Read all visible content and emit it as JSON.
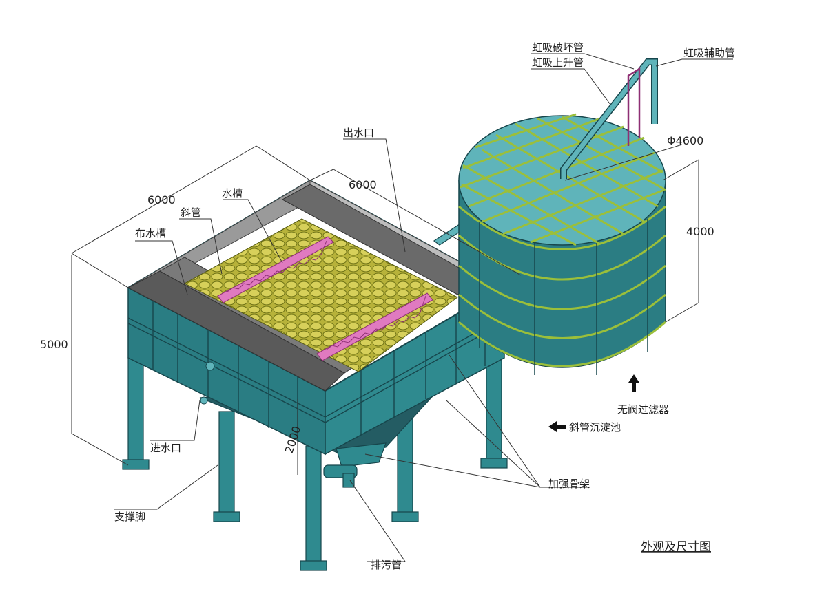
{
  "labels": {
    "outlet": "出水口",
    "water_trough": "水槽",
    "inclined_tube": "斜管",
    "distribution_trough": "布水槽",
    "inlet": "进水口",
    "support_legs": "支撑脚",
    "sludge_pipe": "排污管",
    "reinforcing_frame": "加强骨架",
    "siphon_break": "虹吸破坏管",
    "siphon_riser": "虹吸上升管",
    "siphon_aux": "虹吸辅助管",
    "valveless_filter": "无阀过滤器",
    "settling_tank": "斜管沉淀池",
    "caption": "外观及尺寸图"
  },
  "dimensions": {
    "length": "6000",
    "width": "6000",
    "height": "5000",
    "hopper": "2000",
    "diameter": "Φ4600",
    "filter_height": "4000"
  },
  "colors": {
    "teal": "#2f8a8f",
    "teal_dark": "#1f5f66",
    "teal_light": "#5fb4ba",
    "seam": "#9bbf3a",
    "gray_wall": "#7d7d7d",
    "gray_dark": "#4b4b4b",
    "gray_light": "#b5b5b5",
    "tubes": "#c8c24a",
    "tubes_dark": "#777a18",
    "trough": "#e07ac0"
  }
}
